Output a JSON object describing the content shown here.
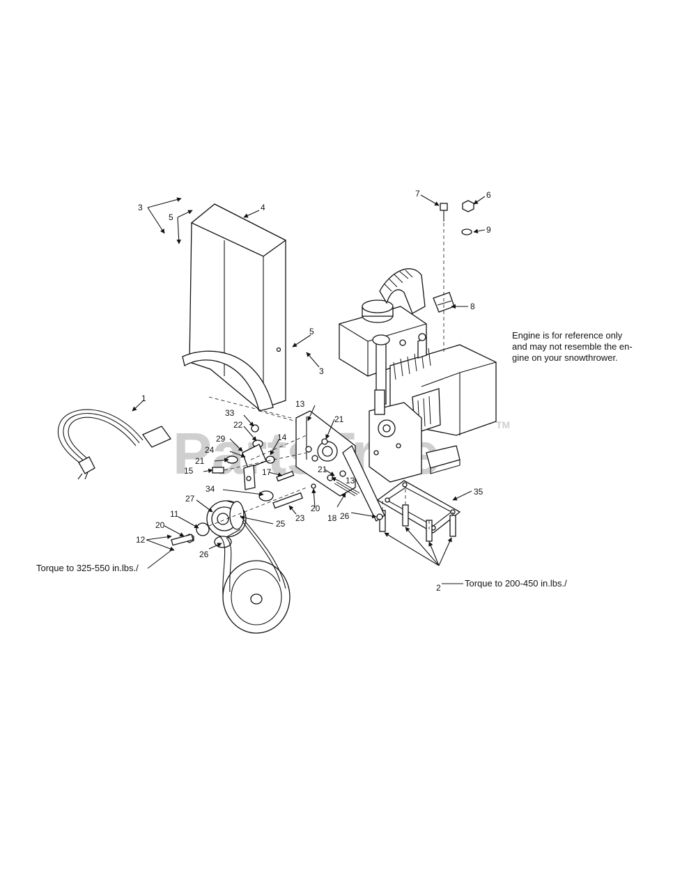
{
  "watermark": {
    "text": "PartsTree",
    "tm": "TM"
  },
  "notes": {
    "engine": [
      "Engine is for reference only",
      "and may not resemble the en-",
      "gine on your snowthrower."
    ],
    "torque_left": "Torque to 325-550 in.lbs./",
    "torque_right": "Torque to 200-450 in.lbs./"
  },
  "callouts": {
    "c1": "1",
    "c2": "2",
    "c3a": "3",
    "c3b": "3",
    "c4": "4",
    "c5a": "5",
    "c5b": "5",
    "c6": "6",
    "c7": "7",
    "c8": "8",
    "c9": "9",
    "c11": "11",
    "c12": "12",
    "c13a": "13",
    "c13b": "13",
    "c14": "14",
    "c15": "15",
    "c17": "17",
    "c18": "18",
    "c20a": "20",
    "c20b": "20",
    "c21a": "21",
    "c21b": "21",
    "c21c": "21",
    "c22": "22",
    "c23": "23",
    "c24": "24",
    "c25": "25",
    "c26a": "26",
    "c26b": "26",
    "c27": "27",
    "c29": "29",
    "c33": "33",
    "c34": "34",
    "c35": "35"
  }
}
